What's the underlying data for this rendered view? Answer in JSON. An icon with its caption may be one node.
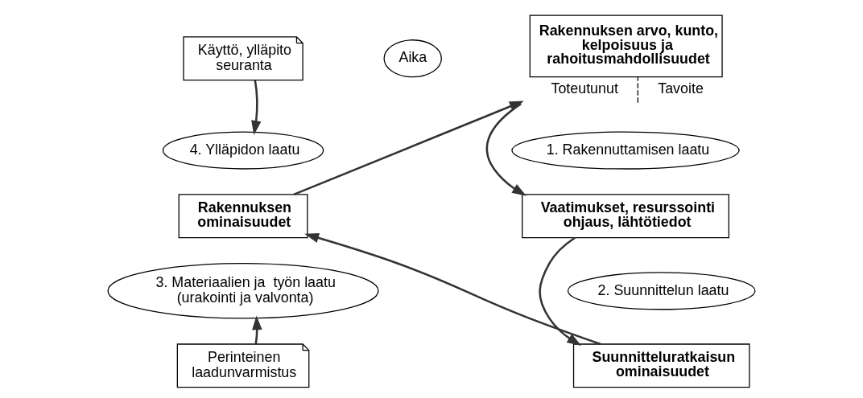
{
  "diagram": {
    "nodes": [
      {
        "text": [
          "Rakennuksen arvo, kunto, kelpoisuus ja rahoitusmahdollisuudet"
        ],
        "beside": [
          "Toteutunut",
          "Tavoite"
        ]
      },
      {
        "text": [
          "Vaatimukset, resurssointi ohjaus, lähtötiedot"
        ]
      },
      {
        "text": [
          "Suunnitteluratkaisun ominaisuudet"
        ]
      },
      {
        "text": [
          "Rakennuksen ominaisuudet"
        ]
      },
      {
        "text": [
          "1. Rakennuttamisen laatu"
        ]
      },
      {
        "text": [
          "2. Suunnittelun laatu"
        ]
      },
      {
        "text": [
          "3. Materiaalien ja  työn laatu (urakointi ja valvonta)"
        ]
      },
      {
        "text": [
          "4. Ylläpidon laatu"
        ]
      },
      {
        "text": [
          "Aika"
        ]
      },
      {
        "text": [
          "Käyttö, ylläpito seuranta"
        ]
      },
      {
        "text": [
          "Perinteinen laadunvarmistus"
        ]
      }
    ],
    "edges": [
      {
        "from": 0,
        "to": 1,
        "arrow": "to"
      },
      {
        "from": 1,
        "to": 2,
        "arrow": "to"
      },
      {
        "from": 2,
        "to": 3,
        "arrow": "to"
      },
      {
        "from": 3,
        "to": 0,
        "arrow": "to"
      },
      {
        "from": 9,
        "to": 7,
        "arrow": "to"
      },
      {
        "from": 10,
        "to": 6,
        "arrow": "to"
      }
    ]
  }
}
